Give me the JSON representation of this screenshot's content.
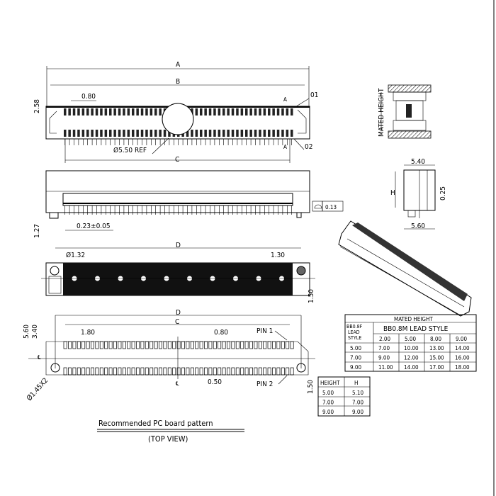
{
  "top_view": {
    "dim_a": "A",
    "dim_b": "B",
    "dim_c": "C",
    "pitch": "0.80",
    "height": "2.58",
    "callout_01": "01",
    "callout_02": "02",
    "section_mark": "A",
    "hole": "Ø5.50 REF"
  },
  "side_view": {
    "flatness": "0.13",
    "standoff": "1.27",
    "pin_width": "0.23±0.05"
  },
  "bottom_view": {
    "dim_d": "D",
    "post_dia": "Ø1.32",
    "offset": "1.30",
    "edge": "1.50"
  },
  "pcb_pattern": {
    "dim_d": "D",
    "dim_c": "C",
    "first_pad": "1.80",
    "pitch": "0.80",
    "pin1": "PIN 1",
    "pin2": "PIN 2",
    "width": "5.60",
    "row_spacing": "3.40",
    "hole": "Ø1.45X2",
    "pad_width": "0.50",
    "edge": "1.50",
    "centerline": "℄",
    "title": "Recommended PC board pattern",
    "subtitle": "(TOP VIEW)"
  },
  "mated_view": {
    "label": "MATED HEIGHT"
  },
  "end_view": {
    "top_width": "5.40",
    "bottom_width": "5.60",
    "height": "H",
    "offset": "0.25"
  },
  "mated_table": {
    "title": "MATED HEIGHT",
    "row_header": "BB0.8F LEAD STYLE",
    "col_header": "BB0.8M LEAD STYLE",
    "columns": [
      "2.00",
      "5.00",
      "8.00",
      "9.00"
    ],
    "rows": [
      {
        "label": "5.00",
        "values": [
          "7.00",
          "10.00",
          "13.00",
          "14.00"
        ]
      },
      {
        "label": "7.00",
        "values": [
          "9.00",
          "12.00",
          "15.00",
          "16.00"
        ]
      },
      {
        "label": "9.00",
        "values": [
          "11.00",
          "14.00",
          "17.00",
          "18.00"
        ]
      }
    ]
  },
  "height_table": {
    "headers": [
      "HEIGHT",
      "H"
    ],
    "rows": [
      [
        "5.00",
        "5.10"
      ],
      [
        "7.00",
        "7.00"
      ],
      [
        "9.00",
        "9.00"
      ]
    ]
  }
}
